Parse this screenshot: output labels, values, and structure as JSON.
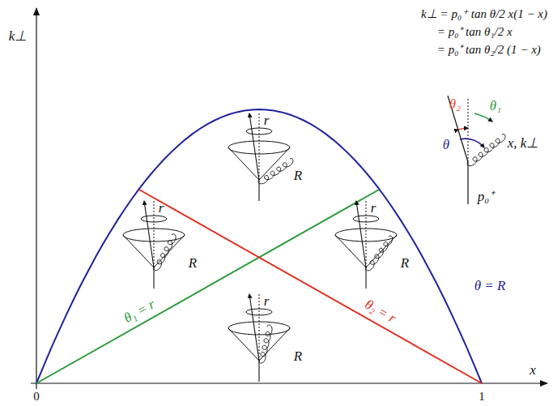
{
  "diagram": {
    "labels": [
      "k⊥",
      "x",
      "0",
      "1",
      "k⊥ = p₀⁺ tan θ/2 x(1 − x)",
      "= p₀⁺ tan θ₁/2 x",
      "= p₀⁺ tan θ₂/2 (1 − x)",
      "θ₂",
      "θ₁",
      "θ",
      "x, k⊥",
      "p₀⁺",
      "r",
      "R",
      "r",
      "R",
      "r",
      "R",
      "r",
      "R",
      "θ₁ = r",
      "θ₂ = r",
      "θ = R"
    ]
  }
}
